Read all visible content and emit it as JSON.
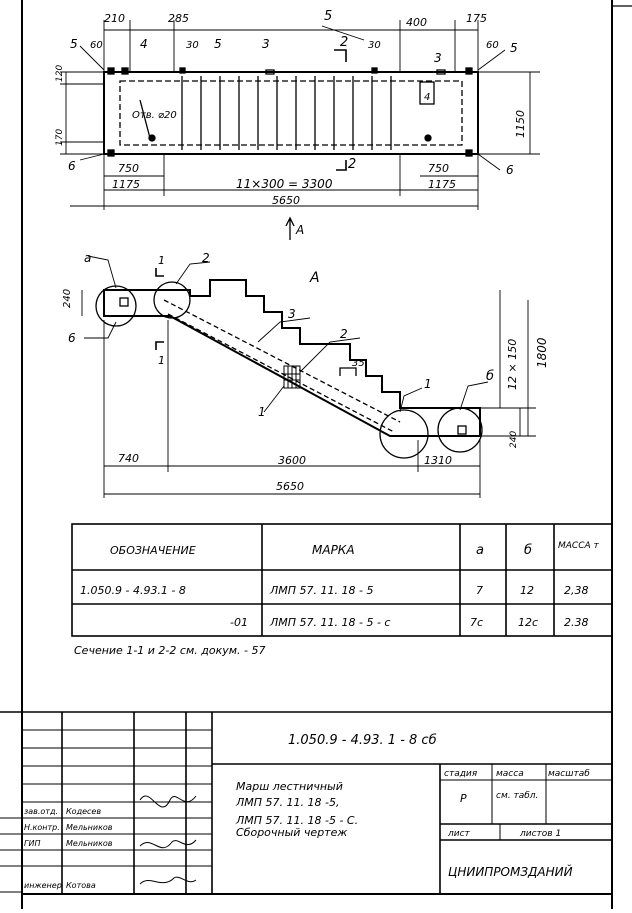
{
  "plan": {
    "dims_top": [
      "210",
      "285",
      "5",
      "400",
      "175"
    ],
    "dim_left_60": "60",
    "dim_left_4": "4",
    "dim_30a": "30",
    "dim_30b": "30",
    "dim_60r": "60",
    "callouts_top": [
      "5",
      "5",
      "3",
      "2",
      "3",
      "5"
    ],
    "dim_120": "120",
    "dim_170": "170",
    "hole_label": "Отв. ⌀20",
    "mark_4": "4",
    "dim_1150": "1150",
    "dim_750_left": "750",
    "dim_750_right": "750",
    "callout_6_left": "6",
    "callout_6_right": "6",
    "section_2": "2",
    "dim_1175_left": "1175",
    "dim_middle": "11×300 = 3300",
    "dim_1175_right": "1175",
    "dim_total": "5650",
    "view_arrow": "A"
  },
  "elevation": {
    "view_title": "A",
    "callout_a": "a",
    "callout_2_top": "2",
    "section_1_top": "1",
    "dim_240_left": "240",
    "callout_6": "6",
    "section_1_bottom": "1",
    "callout_3": "3",
    "callout_2_mid": "2",
    "dim_35": "35",
    "callout_1_mid": "1",
    "callout_1_right": "1",
    "callout_b": "б",
    "dim_12x150": "12 × 150",
    "dim_1800": "1800",
    "dim_240_right": "240",
    "dim_740": "740",
    "dim_3600": "3600",
    "dim_1310": "1310",
    "dim_total": "5650"
  },
  "spec_table": {
    "headers": [
      "ОБОЗНАЧЕНИЕ",
      "МАРКА",
      "a",
      "б",
      "МАССА т"
    ],
    "rows": [
      [
        "1.050.9 - 4.93.1 - 8",
        "ЛМП 57. 11. 18 - 5",
        "7",
        "12",
        "2,38"
      ],
      [
        "-01",
        "ЛМП 57. 11. 18 - 5 - с",
        "7с",
        "12с",
        "2.38"
      ]
    ]
  },
  "note": "Сечение 1-1 и 2-2 см. докум. - 57",
  "title_block": {
    "doc_code": "1.050.9 - 4.93. 1 - 8 сб",
    "title_lines": [
      "Марш лестничный",
      "ЛМП 57. 11. 18 -5,",
      "ЛМП 57. 11. 18 -5 - С.",
      "Сборочный чертеж"
    ],
    "stage_header": "стадия",
    "mass_header": "масса",
    "scale_header": "масштаб",
    "stage_value": "Р",
    "mass_value": "см. табл.",
    "sheet_label": "лист",
    "sheets_label": "листов 1",
    "org": "ЦНИИПРОМЗДАНИЙ",
    "roles": [
      "зав.отд.",
      "Н.контр.",
      "ГИП",
      "инженер"
    ],
    "names": [
      "Кодесев",
      "Мельников",
      "Мельников",
      "Котова"
    ]
  }
}
